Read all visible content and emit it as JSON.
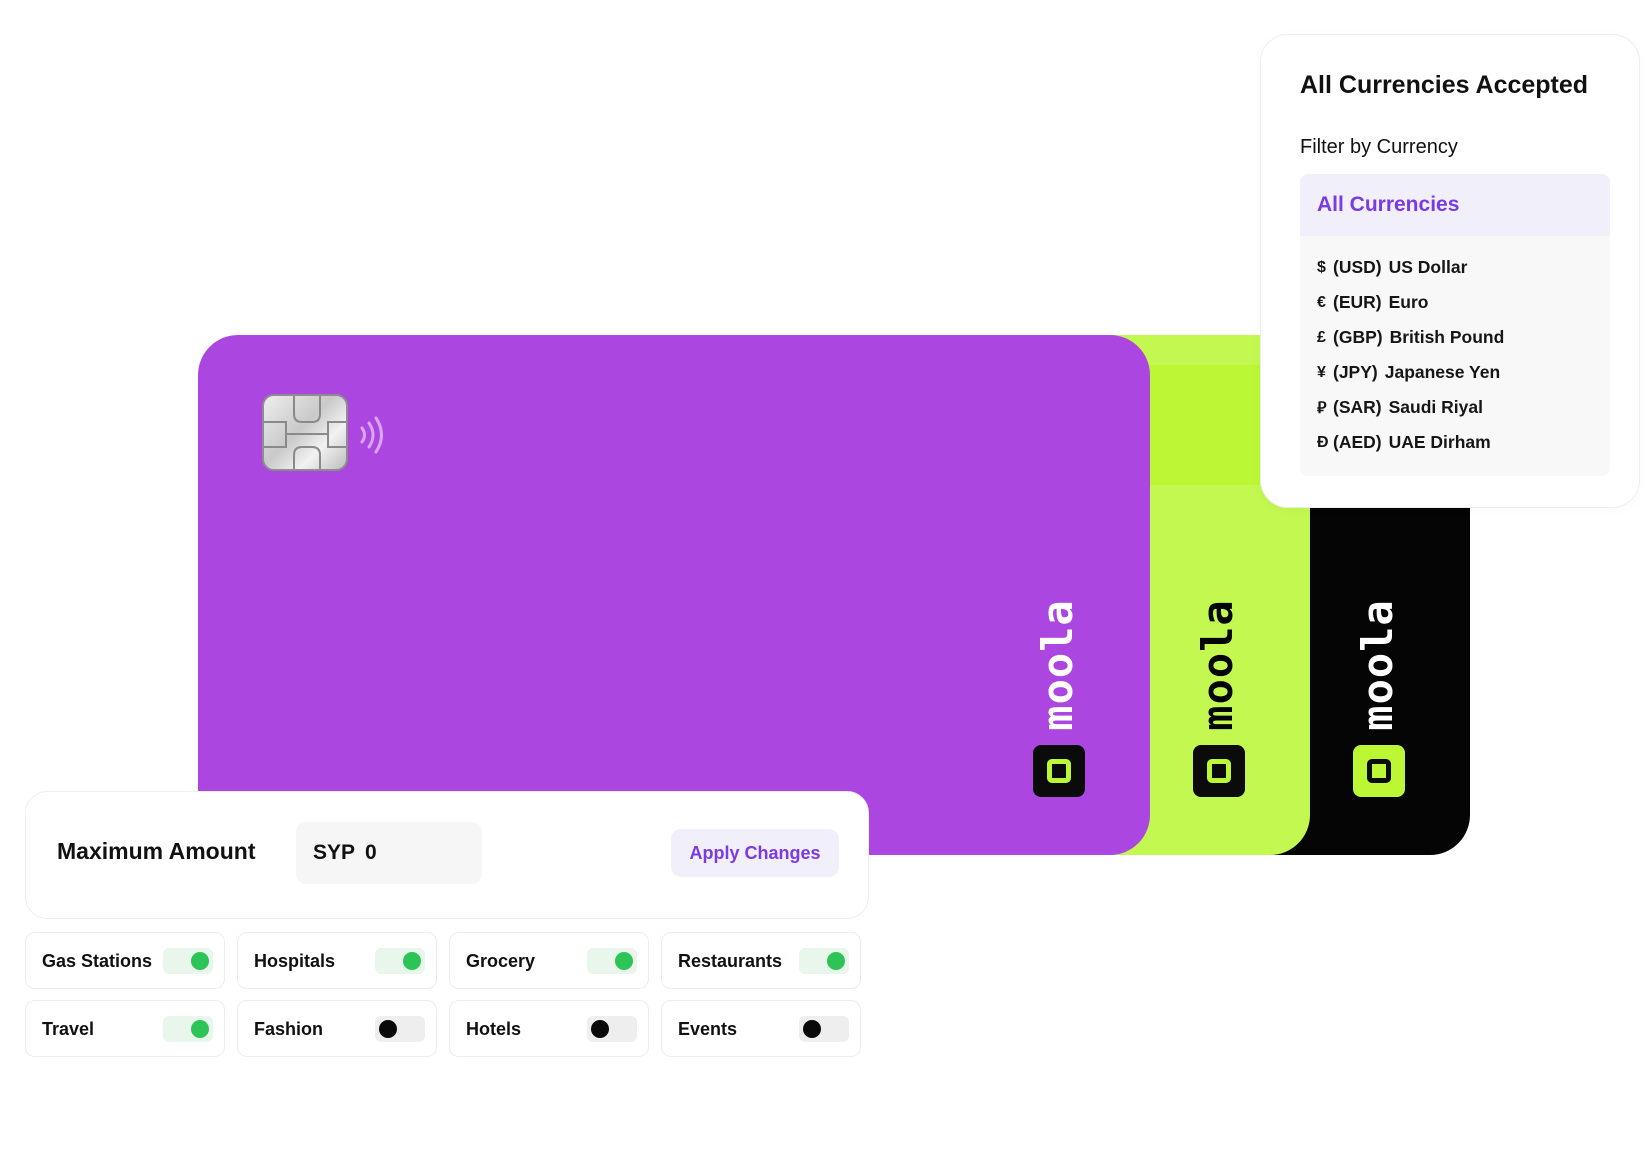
{
  "colors": {
    "card_purple": "#ab47e0",
    "card_lime": "#c2f84f",
    "card_black": "#050505",
    "accent_purple": "#7a3ae4",
    "toggle_on": "#2dc457",
    "toggle_off": "#0a0a0a"
  },
  "cards": [
    {
      "color": "purple",
      "brand": "moola"
    },
    {
      "color": "lime",
      "brand": "moola"
    },
    {
      "color": "black",
      "brand": "moola"
    }
  ],
  "currency_panel": {
    "title": "All Currencies Accepted",
    "filter_label": "Filter by Currency",
    "selected": "All Currencies",
    "options": [
      {
        "symbol": "$",
        "code": "(USD)",
        "name": "US Dollar"
      },
      {
        "symbol": "€",
        "code": "(EUR)",
        "name": "Euro"
      },
      {
        "symbol": "£",
        "code": "(GBP)",
        "name": "British Pound"
      },
      {
        "symbol": "¥",
        "code": "(JPY)",
        "name": "Japanese Yen"
      },
      {
        "symbol": "⃁",
        "code": "(SAR)",
        "name": "Saudi Riyal"
      },
      {
        "symbol": "Đ",
        "code": "(AED)",
        "name": "UAE Dirham"
      }
    ]
  },
  "amount_panel": {
    "label": "Maximum Amount",
    "currency": "SYP",
    "value": "0",
    "apply_label": "Apply Changes"
  },
  "categories": [
    {
      "label": "Gas Stations",
      "enabled": true
    },
    {
      "label": "Hospitals",
      "enabled": true
    },
    {
      "label": "Grocery",
      "enabled": true
    },
    {
      "label": "Restaurants",
      "enabled": true
    },
    {
      "label": "Travel",
      "enabled": true
    },
    {
      "label": "Fashion",
      "enabled": false
    },
    {
      "label": "Hotels",
      "enabled": false
    },
    {
      "label": "Events",
      "enabled": false
    }
  ]
}
